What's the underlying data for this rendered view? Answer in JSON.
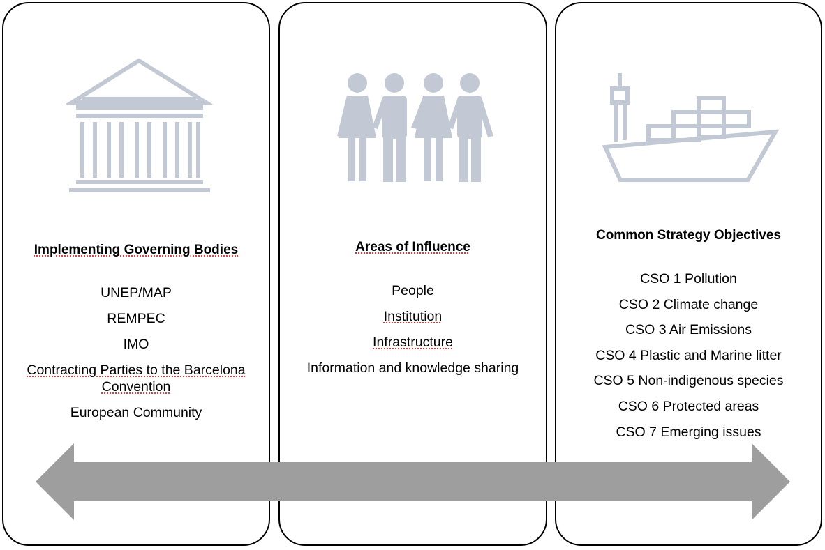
{
  "panels": {
    "governing": {
      "icon": "building-columns-icon",
      "title": "Implementing Governing Bodies",
      "items": [
        "UNEP/MAP",
        "REMPEC",
        "IMO",
        "Contracting Parties to the Barcelona Convention",
        "European Community"
      ]
    },
    "influence": {
      "icon": "people-group-icon",
      "title": "Areas of Influence",
      "items": [
        "People",
        "Institution",
        "Infrastructure",
        "Information and knowledge sharing"
      ]
    },
    "objectives": {
      "icon": "cargo-ship-icon",
      "title": "Common Strategy Objectives",
      "items": [
        "CSO 1 Pollution",
        "CSO 2 Climate change",
        "CSO 3 Air Emissions",
        "CSO 4 Plastic and Marine litter",
        "CSO 5 Non-indigenous species",
        "CSO 6 Protected areas",
        "CSO 7 Emerging issues"
      ]
    }
  },
  "colors": {
    "icon": "#c2c9d4",
    "arrow": "#9e9e9e",
    "border": "#000000"
  },
  "connector": "double-headed-arrow"
}
